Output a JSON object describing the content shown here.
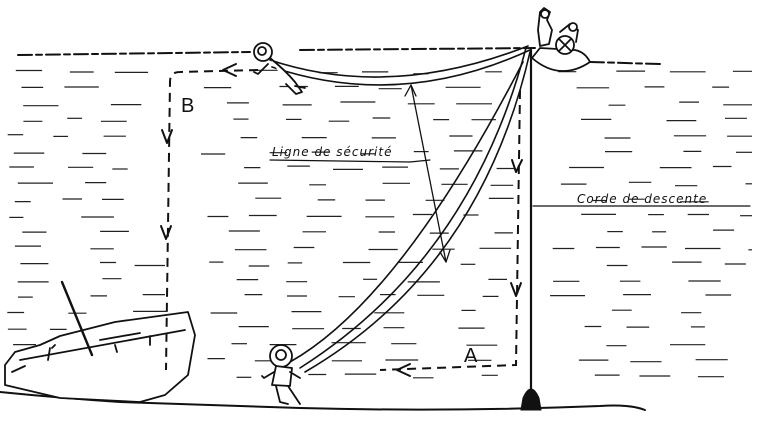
{
  "labels": {
    "route_b": "B",
    "route_a": "A",
    "safety_line": "Ligne de sécurité",
    "descent_rope": "Corde de descente"
  },
  "icons": [
    "diver-swimming-icon",
    "diver-walking-icon",
    "boat-with-crew-icon",
    "anchor-weight-icon",
    "wreck-icon"
  ]
}
